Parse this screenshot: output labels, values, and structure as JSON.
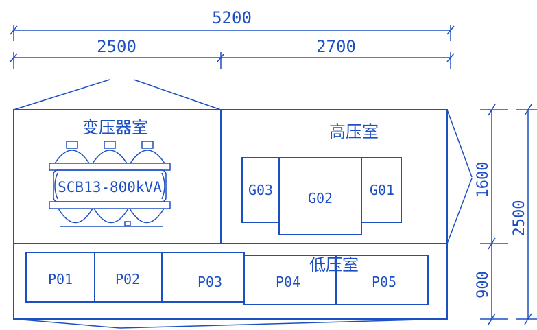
{
  "dimensions": {
    "total_width": "5200",
    "left_width": "2500",
    "right_width": "2700",
    "upper_height": "1600",
    "total_height": "2500",
    "lower_height": "900"
  },
  "rooms": {
    "transformer_room": "变压器室",
    "high_voltage_room": "高压室",
    "low_voltage_room": "低压室"
  },
  "transformer_label": "SCB13-800kVA",
  "hv_cabinets": [
    "G03",
    "G02",
    "G01"
  ],
  "lv_cabinets": [
    "P01",
    "P02",
    "P03",
    "P04",
    "P05"
  ],
  "colors": {
    "ink": "#1d4fc4",
    "background": "#ffffff"
  }
}
